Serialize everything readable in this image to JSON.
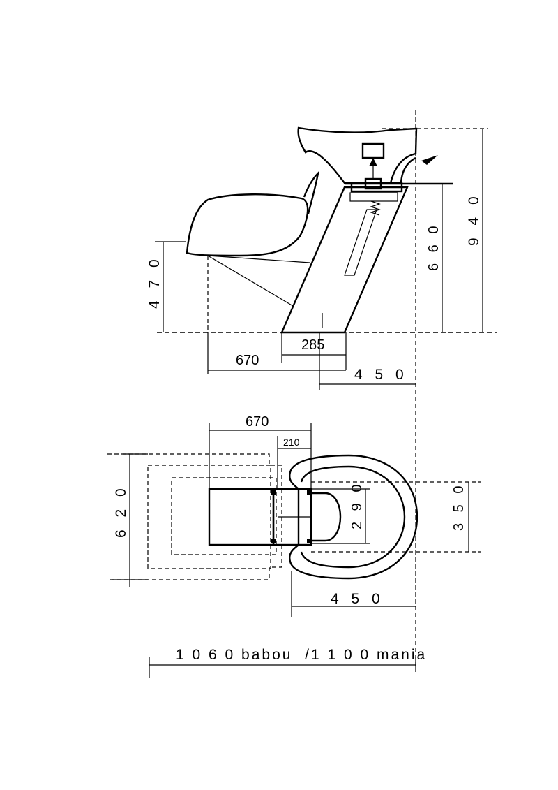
{
  "side_view": {
    "dims": {
      "d940": "9 4 0",
      "d660": "6 6 0",
      "d470": "4 7 0",
      "d285": "285",
      "d670": "670",
      "d450": "4 5 0"
    }
  },
  "top_view": {
    "dims": {
      "d670": "670",
      "d210": "210",
      "d620": "6 2 0",
      "d290": "2 9 0",
      "d350": "3 5 0",
      "d450": "4 5 0"
    }
  },
  "footer": {
    "total_length": "1 0 6 0 babou  /1 1 0 0 mania"
  }
}
